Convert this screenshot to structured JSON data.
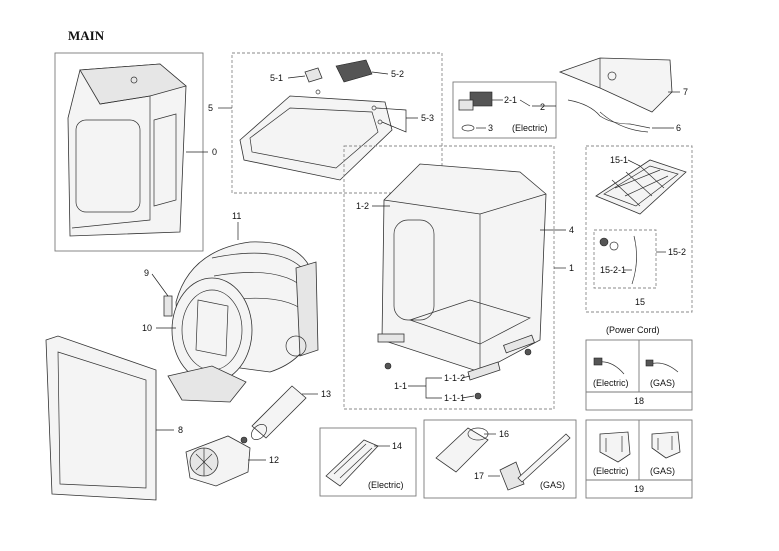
{
  "title": "MAIN",
  "callouts": {
    "p0": "0",
    "p1": "1",
    "p1_1": "1-1",
    "p1_1_1": "1-1-1",
    "p1_1_2": "1-1-2",
    "p1_2": "1-2",
    "p2": "2",
    "p2_1": "2-1",
    "p3": "3",
    "p4": "4",
    "p5": "5",
    "p5_1": "5-1",
    "p5_2": "5-2",
    "p5_3": "5-3",
    "p6": "6",
    "p7": "7",
    "p8": "8",
    "p9": "9",
    "p10": "10",
    "p11": "11",
    "p12": "12",
    "p13": "13",
    "p14": "14",
    "p15": "15",
    "p15_1": "15-1",
    "p15_2": "15-2",
    "p15_2_1": "15-2-1",
    "p16": "16",
    "p17": "17",
    "p18": "18",
    "p19": "19"
  },
  "labels": {
    "electric": "(Electric)",
    "gas": "(GAS)",
    "power_cord": "(Power Cord)"
  }
}
